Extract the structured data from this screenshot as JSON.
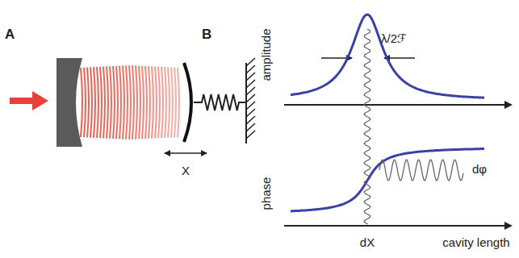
{
  "diagram": {
    "labels": [
      "A",
      "B",
      "X",
      "amplitude",
      "λ/2ℱ",
      "phase",
      "dφ",
      "dX",
      "cavity length"
    ]
  }
}
